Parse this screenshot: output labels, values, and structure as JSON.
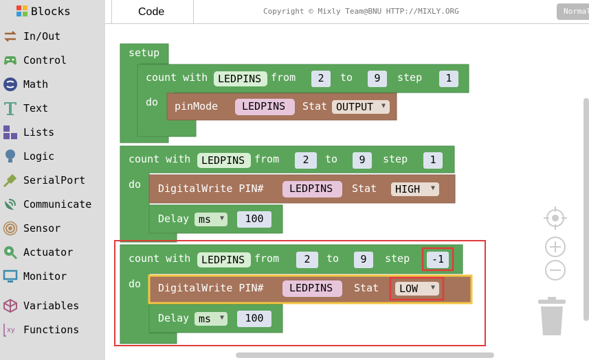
{
  "sidebar": {
    "title": "Blocks",
    "items": [
      {
        "label": "In/Out",
        "icon": "arrows-icon"
      },
      {
        "label": "Control",
        "icon": "gamepad-icon"
      },
      {
        "label": "Math",
        "icon": "math-icon"
      },
      {
        "label": "Text",
        "icon": "text-icon"
      },
      {
        "label": "Lists",
        "icon": "lists-icon"
      },
      {
        "label": "Logic",
        "icon": "bulb-icon"
      },
      {
        "label": "SerialPort",
        "icon": "serial-icon"
      },
      {
        "label": "Communicate",
        "icon": "satellite-icon"
      },
      {
        "label": "Sensor",
        "icon": "sensor-icon"
      },
      {
        "label": "Actuator",
        "icon": "actuator-icon"
      },
      {
        "label": "Monitor",
        "icon": "monitor-icon"
      },
      {
        "label": "Variables",
        "icon": "variables-icon"
      },
      {
        "label": "Functions",
        "icon": "functions-icon"
      }
    ]
  },
  "tabs": {
    "code": "Code",
    "copyright": "Copyright © Mixly Team@BNU HTTP://MIXLY.ORG",
    "mode": "Normal"
  },
  "blocks": {
    "setup": "setup",
    "count_with": "count with",
    "var_ledpins": "LEDPINS",
    "from": "from",
    "to": "to",
    "step": "step",
    "do": "do",
    "pinmode": "pinMode",
    "stat": "Stat",
    "output": "OUTPUT",
    "digitalwrite": "DigitalWrite PIN#",
    "high": "HIGH",
    "low": "LOW",
    "delay": "Delay",
    "ms": "ms",
    "loop1": {
      "from": "2",
      "to": "9",
      "step": "1"
    },
    "loop2": {
      "from": "2",
      "to": "9",
      "step": "1",
      "delay": "100"
    },
    "loop3": {
      "from": "2",
      "to": "9",
      "step": "-1",
      "delay": "100"
    }
  },
  "colors": {
    "loop_green": "#5ba55b",
    "pin_brown": "#a5745b",
    "var_purple": "#a55b80",
    "highlight": "#e03b3b",
    "selected": "#f4c542"
  }
}
